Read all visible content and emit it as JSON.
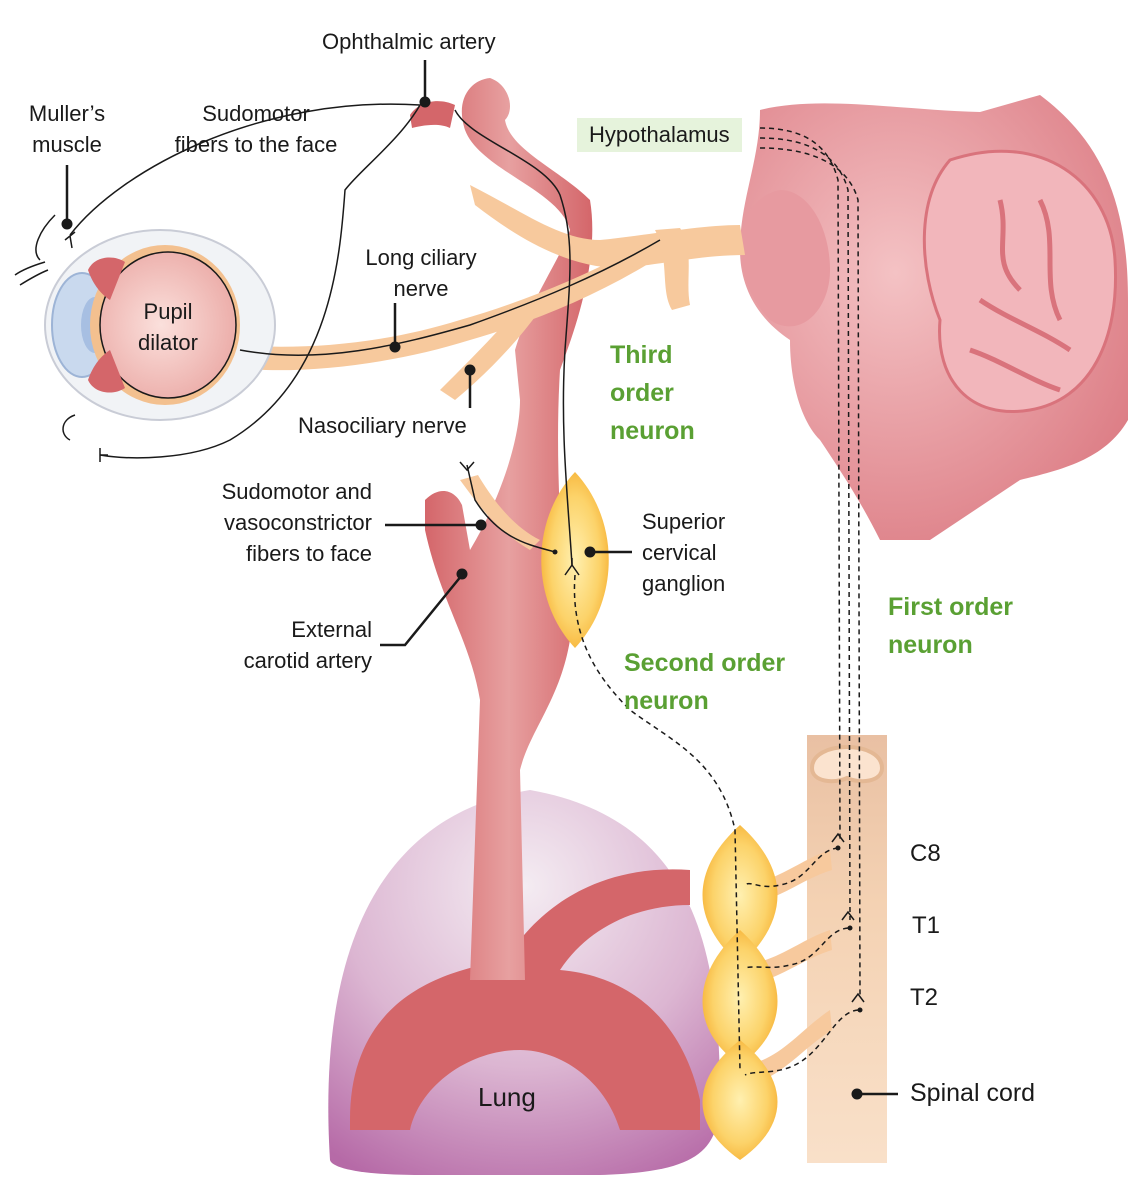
{
  "labels": {
    "ophthalmic_artery": "Ophthalmic artery",
    "mullers_muscle": [
      "Muller’s",
      "muscle"
    ],
    "sudomotor_face": [
      "Sudomotor",
      "fibers to the face"
    ],
    "hypothalamus": "Hypothalamus",
    "long_ciliary_nerve": [
      "Long ciliary",
      "nerve"
    ],
    "pupil_dilator": [
      "Pupil",
      "dilator"
    ],
    "nasociliary_nerve": "Nasociliary nerve",
    "third_order_neuron": [
      "Third",
      "order",
      "neuron"
    ],
    "sudomotor_vasoconstrictor": [
      "Sudomotor and",
      "vasoconstrictor",
      "fibers to face"
    ],
    "superior_cervical_ganglion": [
      "Superior",
      "cervical",
      "ganglion"
    ],
    "external_carotid_artery": [
      "External",
      "carotid artery"
    ],
    "first_order_neuron": [
      "First order",
      "neuron"
    ],
    "second_order_neuron": [
      "Second order",
      "neuron"
    ],
    "c8": "C8",
    "t1": "T1",
    "t2": "T2",
    "spinal_cord": "Spinal cord",
    "lung": "Lung"
  },
  "colors": {
    "artery": "#d4666a",
    "nerve": "#f7c99d",
    "ganglion": "#f8b940",
    "lung": "#c488b8",
    "brain": "#e0838c",
    "spinal_cord": "#f3d2b3",
    "neuron_label": "#5aa033",
    "hypothalamus_box": "#e6f3dc"
  }
}
